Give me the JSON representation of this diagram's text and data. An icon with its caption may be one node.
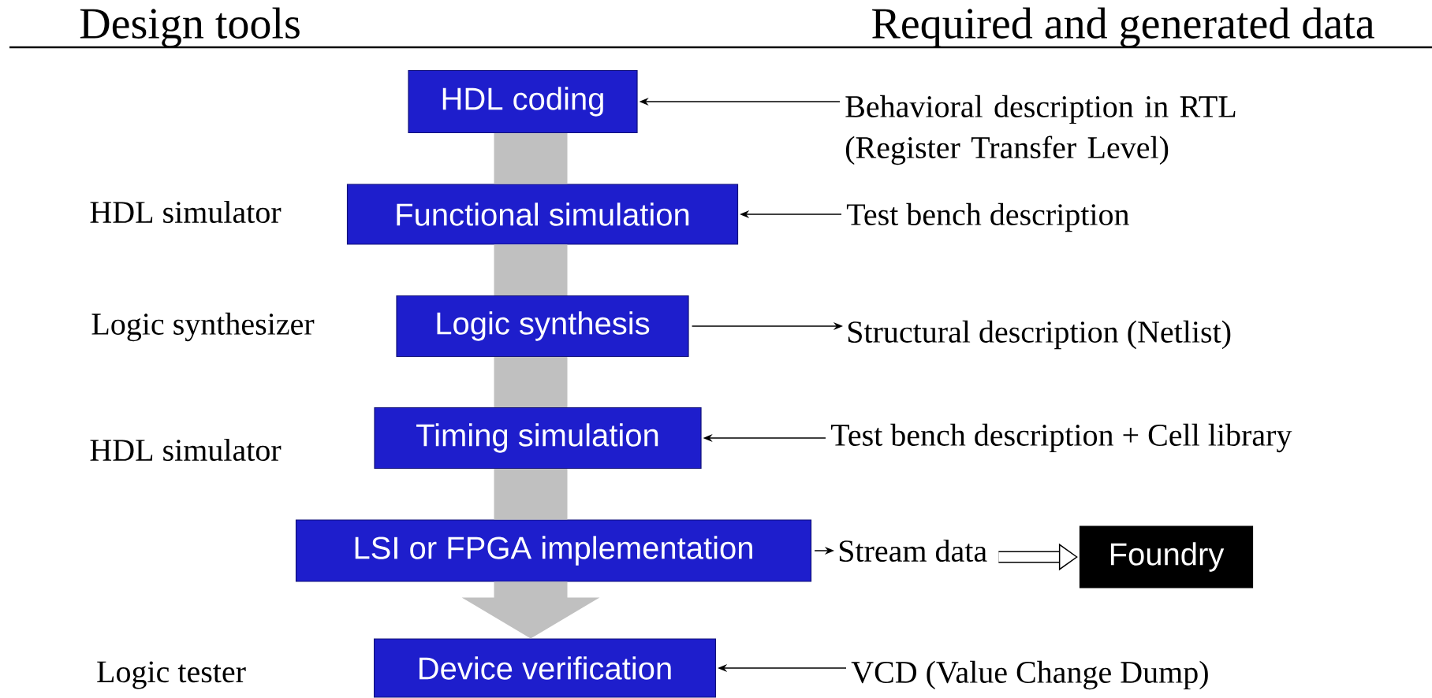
{
  "diagram": {
    "nodes": [
      {
        "text": [
          "HDL coding"
        ]
      },
      {
        "text": [
          "Functional simulation"
        ]
      },
      {
        "text": [
          "Logic synthesis"
        ]
      },
      {
        "text": [
          "Timing simulation"
        ]
      },
      {
        "text": [
          "LSI or FPGA implementation"
        ]
      },
      {
        "text": [
          "Device verification"
        ]
      },
      {
        "text": [
          "Foundry"
        ]
      },
      {
        "text": [
          "Behavioral description in RTL (Register Transfer Level)"
        ]
      },
      {
        "text": [
          "Test bench description"
        ]
      },
      {
        "text": [
          "Structural description (Netlist)"
        ]
      },
      {
        "text": [
          "Test bench description + Cell library"
        ]
      },
      {
        "text": [
          "Stream data"
        ]
      },
      {
        "text": [
          "VCD (Value Change Dump)"
        ]
      }
    ],
    "edges": [
      {
        "from": 0,
        "to": 1,
        "arrow": "none",
        "style": "thick",
        "color": "#c0c0c0"
      },
      {
        "from": 1,
        "to": 2,
        "arrow": "none",
        "style": "thick",
        "color": "#c0c0c0"
      },
      {
        "from": 2,
        "to": 3,
        "arrow": "none",
        "style": "thick",
        "color": "#c0c0c0"
      },
      {
        "from": 3,
        "to": 4,
        "arrow": "none",
        "style": "thick",
        "color": "#c0c0c0"
      },
      {
        "from": 4,
        "to": 5,
        "arrow": "to",
        "style": "thick",
        "color": "#c0c0c0"
      },
      {
        "from": 7,
        "to": 0,
        "arrow": "to"
      },
      {
        "from": 8,
        "to": 1,
        "arrow": "to"
      },
      {
        "from": 2,
        "to": 9,
        "arrow": "to"
      },
      {
        "from": 10,
        "to": 3,
        "arrow": "to"
      },
      {
        "from": 4,
        "to": 11,
        "arrow": "to"
      },
      {
        "from": 11,
        "to": 6,
        "arrow": "to",
        "style": "thick"
      },
      {
        "from": 12,
        "to": 5,
        "arrow": "to"
      }
    ],
    "labels": [
      "Design tools",
      "Required and generated data",
      "HDL simulator",
      "Logic synthesizer",
      "HDL simulator",
      "Logic tester"
    ]
  }
}
